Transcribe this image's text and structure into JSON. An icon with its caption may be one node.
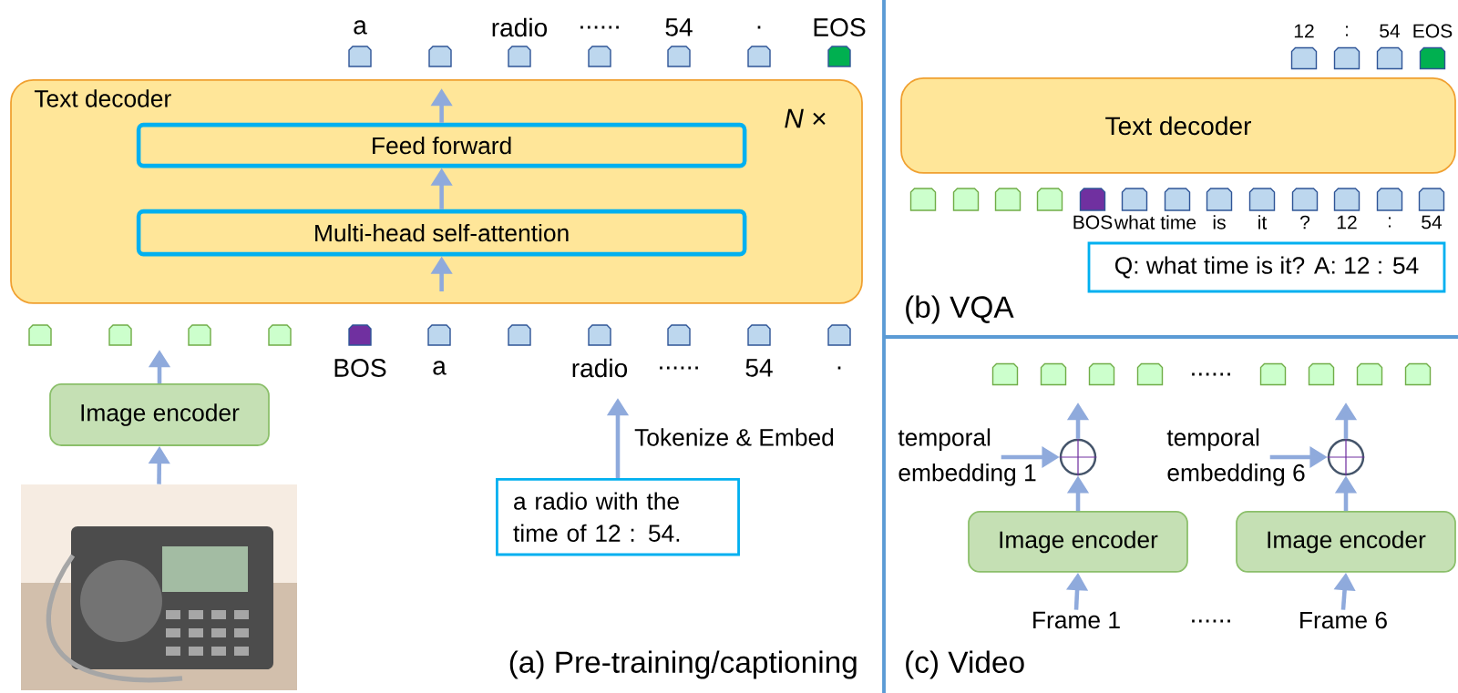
{
  "diagram": {
    "nodes": [
      {
        "text": [
          "Text decoder"
        ]
      },
      {
        "text": [
          "Feed forward"
        ],
        "in": 0
      },
      {
        "text": [
          "Multi-head self-attention"
        ],
        "in": 0
      },
      {
        "text": [
          "Image encoder"
        ]
      },
      {
        "text": [],
        "shape": "picture"
      },
      {
        "text": [
          "a radio with the time of 12 : 54."
        ]
      },
      {
        "text": [
          "Text decoder"
        ]
      },
      {
        "text": [
          "Q: what time is it? A: 12 : 54"
        ]
      },
      {
        "text": [
          "temporal embedding 1"
        ]
      },
      {
        "text": [],
        "shape": "circle"
      },
      {
        "text": [
          "Image encoder"
        ]
      },
      {
        "text": [
          "Frame 1"
        ]
      },
      {
        "text": [
          "temporal embedding 6"
        ]
      },
      {
        "text": [],
        "shape": "circle"
      },
      {
        "text": [
          "Image encoder"
        ]
      },
      {
        "text": [
          "Frame 6"
        ]
      }
    ],
    "edges": [
      {
        "from": 4,
        "to": 3,
        "arrow": "to"
      },
      {
        "from": 3,
        "to": null,
        "arrow": "to"
      },
      {
        "from": null,
        "to": 2,
        "arrow": "to"
      },
      {
        "from": 2,
        "to": 1,
        "arrow": "to"
      },
      {
        "from": 1,
        "to": null,
        "arrow": "to"
      },
      {
        "from": 5,
        "to": null,
        "arrow": "to",
        "label": "Tokenize & Embed"
      },
      {
        "from": 11,
        "to": 10,
        "arrow": "to"
      },
      {
        "from": 10,
        "to": 9,
        "arrow": "to"
      },
      {
        "from": 8,
        "to": 9,
        "arrow": "to"
      },
      {
        "from": 9,
        "to": null,
        "arrow": "to"
      },
      {
        "from": 15,
        "to": 14,
        "arrow": "to"
      },
      {
        "from": 14,
        "to": 13,
        "arrow": "to"
      },
      {
        "from": 12,
        "to": 13,
        "arrow": "to"
      },
      {
        "from": 13,
        "to": null,
        "arrow": "to"
      }
    ],
    "labels": [
      "a",
      "radio",
      "......",
      "54",
      ".",
      "EOS",
      "*N* ×",
      "BOS",
      "a",
      "radio",
      "......",
      "54",
      ".",
      "(a) Pre-training/captioning",
      "12",
      ":",
      "54",
      "EOS",
      "BOS",
      "what time",
      "is",
      "it",
      "?",
      "12",
      ":",
      "54",
      "(b) VQA",
      "......",
      "......",
      "(c) Video"
    ]
  }
}
